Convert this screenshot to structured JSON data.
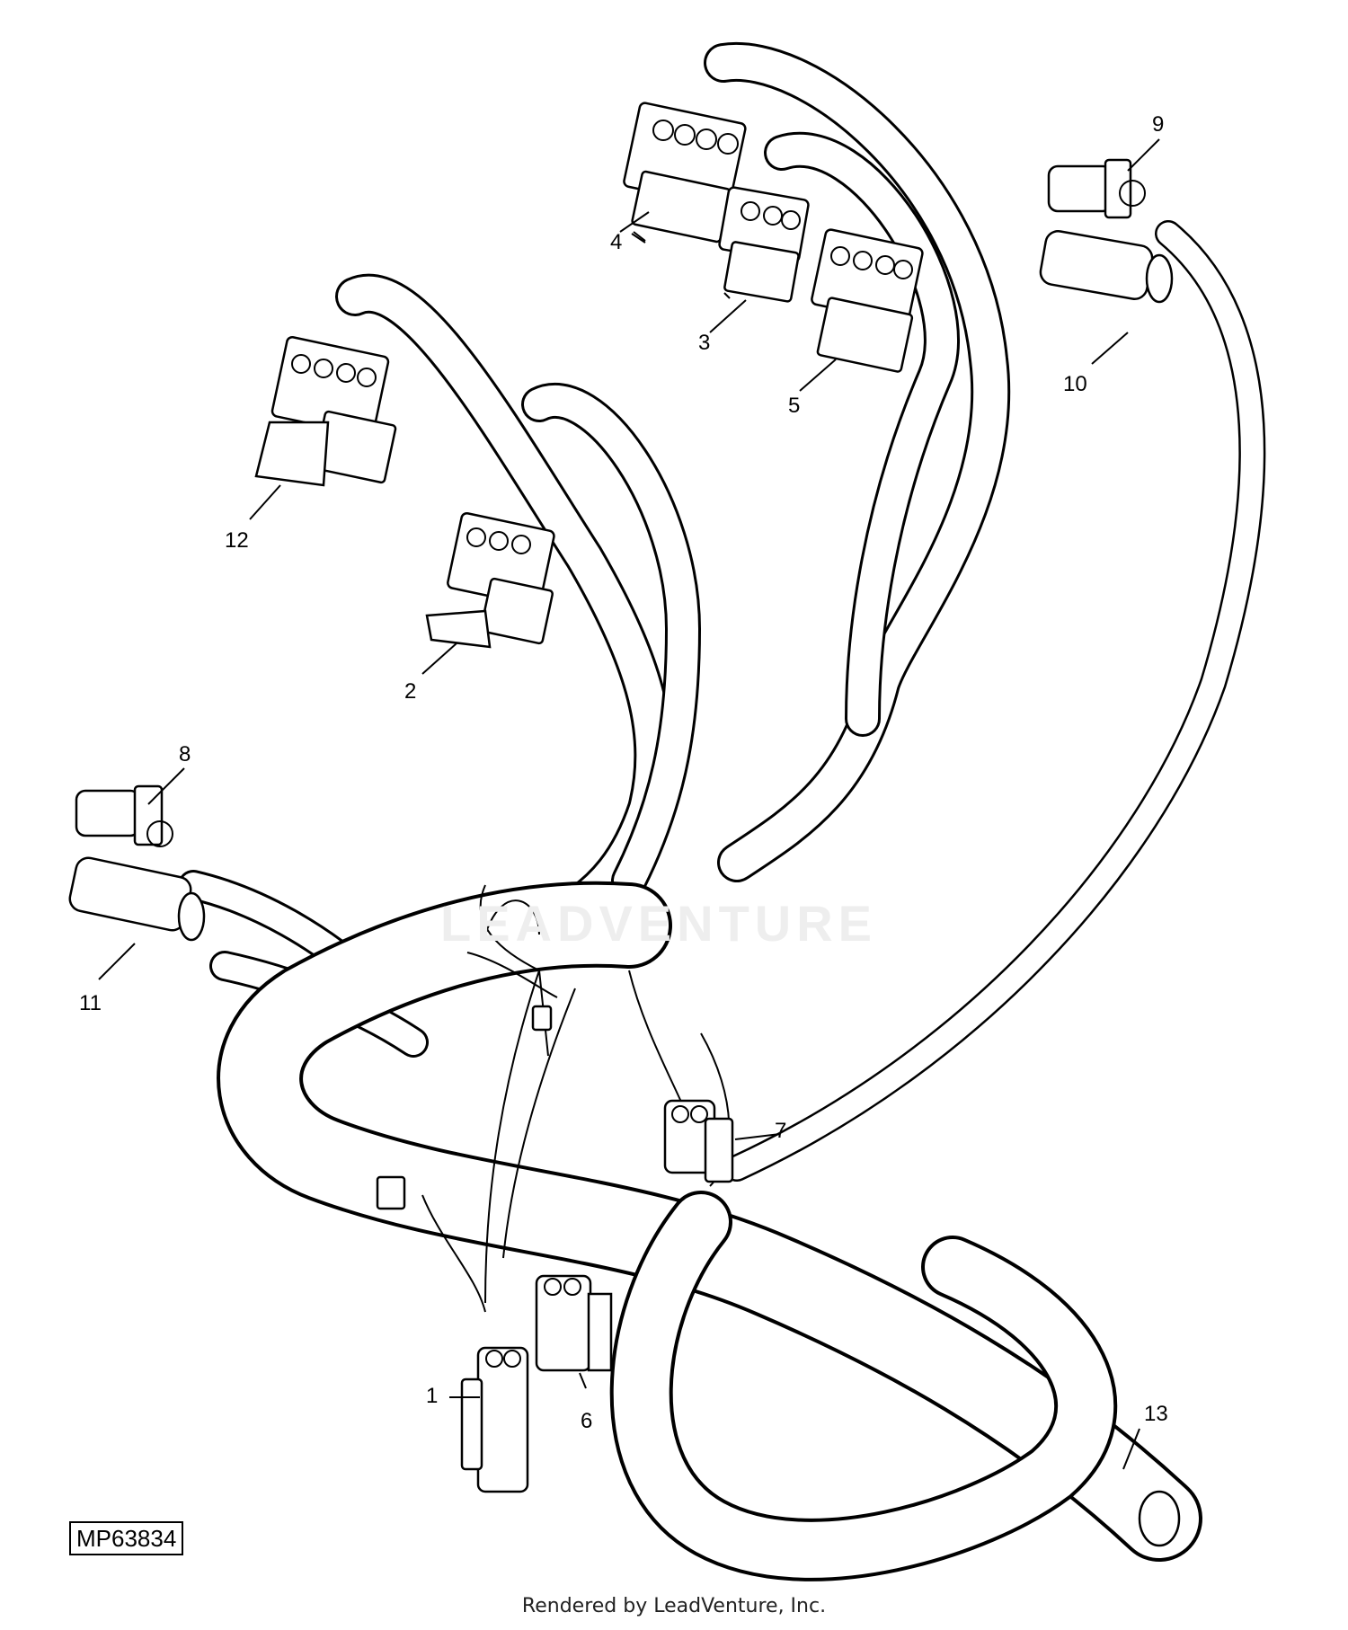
{
  "callouts": [
    {
      "id": "1",
      "label": "1"
    },
    {
      "id": "2",
      "label": "2"
    },
    {
      "id": "3",
      "label": "3"
    },
    {
      "id": "4",
      "label": "4"
    },
    {
      "id": "5",
      "label": "5"
    },
    {
      "id": "6",
      "label": "6"
    },
    {
      "id": "7",
      "label": "7"
    },
    {
      "id": "8",
      "label": "8"
    },
    {
      "id": "9",
      "label": "9"
    },
    {
      "id": "10",
      "label": "10"
    },
    {
      "id": "11",
      "label": "11"
    },
    {
      "id": "12",
      "label": "12"
    },
    {
      "id": "13",
      "label": "13"
    }
  ],
  "drawing_id": "MP63834",
  "watermark": "LEADVENTURE",
  "footer": "Rendered by LeadVenture, Inc.",
  "colors": {
    "line": "#000000",
    "background": "#ffffff",
    "watermark": "#eeeeee"
  }
}
